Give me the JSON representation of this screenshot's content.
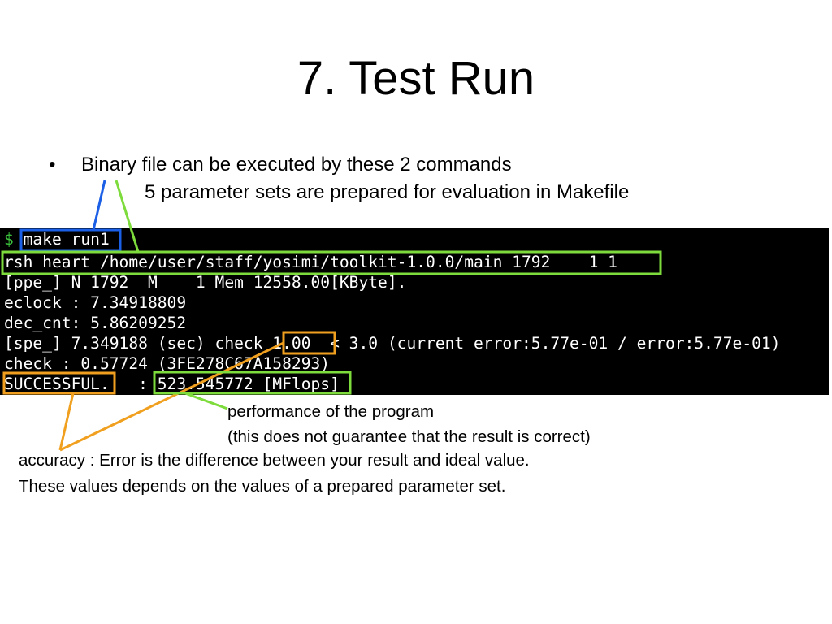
{
  "slide": {
    "title": "7. Test Run",
    "bullet": {
      "marker": "•",
      "text": "Binary file can be executed by these 2 commands"
    },
    "subtext": "5 parameter sets are prepared for evaluation in Makefile"
  },
  "terminal": {
    "prompt": "$",
    "lines": [
      "make run1",
      "rsh heart /home/user/staff/yosimi/toolkit-1.0.0/main 1792    1 1",
      "[ppe_] N 1792  M    1 Mem 12558.00[KByte].",
      "eclock : 7.34918809",
      "dec_cnt: 5.86209252",
      "[spe_] 7.349188 (sec) check 1.00  < 3.0 (current error:5.77e-01 / error:5.77e-01)",
      "check : 0.57724 (3FE278C67A158293)",
      "SUCCESSFUL.   : 523.545772 [MFlops]"
    ]
  },
  "annotations": {
    "performance": [
      "performance of the program",
      "(this does not guarantee that the result is correct)"
    ],
    "accuracy": [
      "accuracy : Error is the difference between your result and ideal value.",
      "These values depends on the values of a prepared parameter set."
    ]
  },
  "colors": {
    "blue_box": "#1a5fe6",
    "green_box": "#7ddc3c",
    "orange_box": "#f0a01e",
    "terminal_bg": "#000000",
    "terminal_text": "#ffffff",
    "prompt": "#3cc23c"
  }
}
